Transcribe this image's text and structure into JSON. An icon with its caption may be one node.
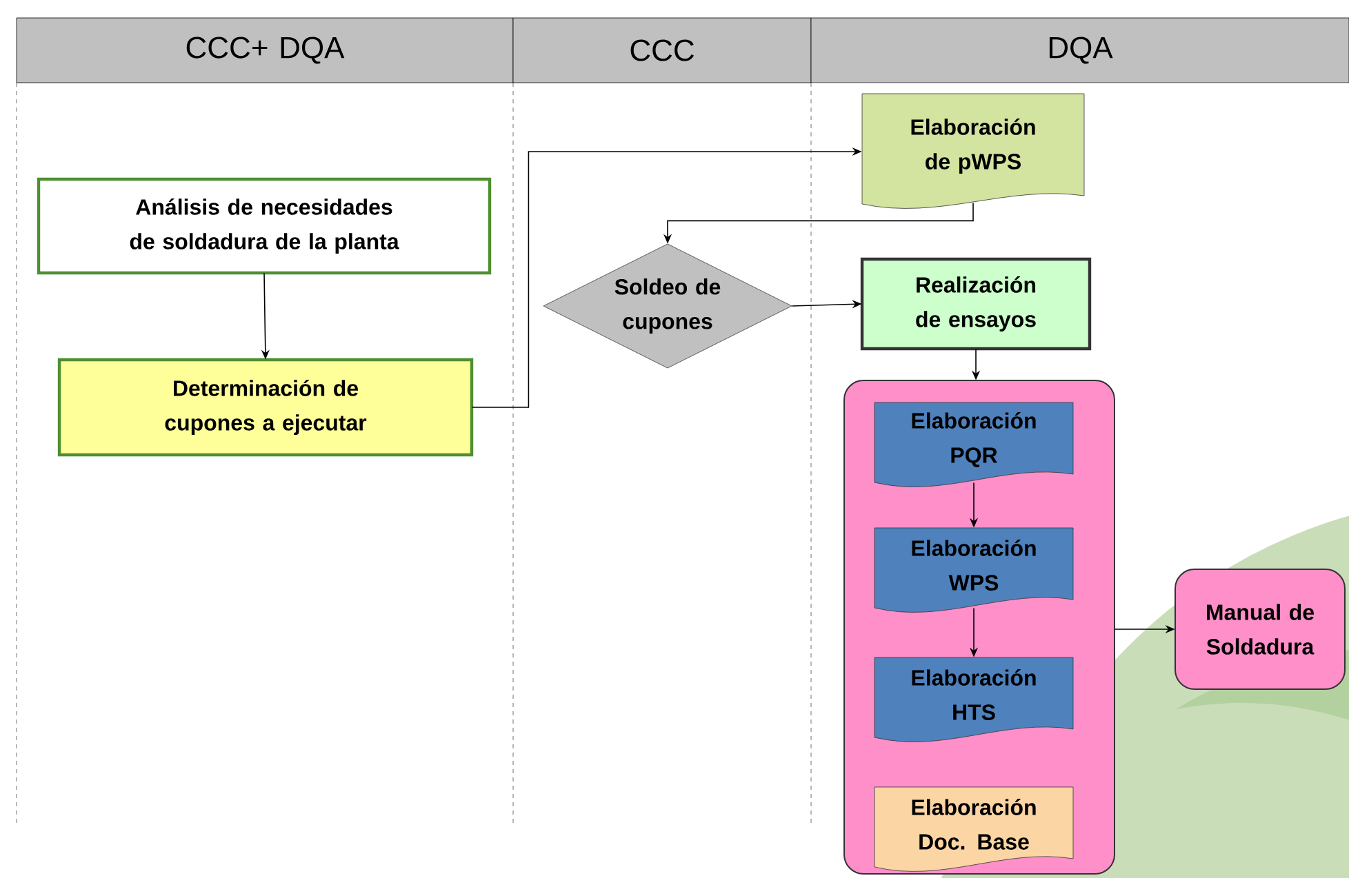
{
  "diagram": {
    "nodes": [
      {
        "text": [
          "CCC+ DQA"
        ]
      },
      {
        "text": [
          "CCC"
        ]
      },
      {
        "text": [
          "DQA"
        ]
      },
      {
        "text": [
          "Análisis de necesidades de soldadura de la planta"
        ]
      },
      {
        "text": [
          "Determinación de cupones a ejecutar"
        ]
      },
      {
        "text": [
          "Elaboración de pWPS"
        ]
      },
      {
        "text": [
          "Soldeo de cupones"
        ]
      },
      {
        "text": [
          "Realización de ensayos"
        ]
      },
      {
        "text": [],
        "shape": "box"
      },
      {
        "text": [
          "Elaboración PQR"
        ],
        "in": 8
      },
      {
        "text": [
          "Elaboración WPS"
        ],
        "in": 8
      },
      {
        "text": [
          "Elaboración HTS"
        ],
        "in": 8
      },
      {
        "text": [
          "Elaboración Doc. Base"
        ],
        "in": 8
      },
      {
        "text": [
          "Manual de Soldadura"
        ]
      }
    ],
    "edges": [
      {
        "from": 3,
        "to": 4,
        "arrow": "to"
      },
      {
        "from": 4,
        "to": 5,
        "arrow": "to"
      },
      {
        "from": 5,
        "to": 6,
        "arrow": "to"
      },
      {
        "from": 6,
        "to": 7,
        "arrow": "to"
      },
      {
        "from": 7,
        "to": 8,
        "arrow": "to"
      },
      {
        "from": 9,
        "to": 10,
        "arrow": "to"
      },
      {
        "from": 10,
        "to": 11,
        "arrow": "to"
      },
      {
        "from": 8,
        "to": 13,
        "arrow": "to"
      }
    ]
  }
}
